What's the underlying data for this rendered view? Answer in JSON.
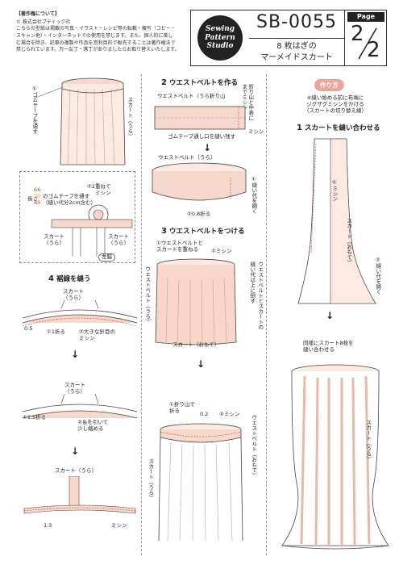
{
  "copyright": {
    "heading": "【著作権について】",
    "lines": [
      "© 株式会社ブティック社",
      "こちらの型紙は掲載の写真・イラスト・レシピ等の転載・複写（コピー・",
      "スキャン他）・インターネットでの使用を禁じます。また、個人的に楽し",
      "む場合を除き、記事の複製や作品を営利目的で販売することは著作権法で",
      "禁じられています。万一乱丁・落丁がありましたらお取り替えいたします。"
    ]
  },
  "header": {
    "logo_lines": [
      "Sewing",
      "Pattern",
      "Studio"
    ],
    "code": "SB-0055",
    "title_line1": "8 枚はぎの",
    "title_line2": "マーメイドスカート",
    "page_label": "Page",
    "page_current": "2",
    "page_total": "2"
  },
  "col_left": {
    "top_labels": [
      "①ゴムテープを通す",
      "スカート（うら）"
    ],
    "mid_labels": {
      "measure": "長さ",
      "num1": "66",
      "num2": "70",
      "num3": "80",
      "rubber": "のゴムテープを通す",
      "rubber_note": "（縫い代分2cm含む）",
      "overlap": "②2重ねて",
      "sewing": "ミシン",
      "skirt_l": "スカート",
      "skirt_l2": "（うら）",
      "skirt_r": "スカート",
      "skirt_r2": "（うら）",
      "left": "左脇"
    },
    "sec4_num": "4",
    "sec4_title": "裾線を縫う",
    "hem1": {
      "skirt": "スカート",
      "skirt2": "（うら）",
      "measure": "0.5",
      "fold1": "①1折る",
      "stitch": "②大きな針目の",
      "stitch2": "ミシン"
    },
    "hem2": {
      "skirt": "スカート",
      "skirt2": "（うら）",
      "fold": "①1.5折る",
      "pull": "②糸を引いて",
      "pull2": "少し縮める"
    },
    "hem3": {
      "skirt": "スカート（うら）",
      "measure": "1.3",
      "sewing": "ミシン"
    }
  },
  "col_mid": {
    "sec2_num": "2",
    "sec2_title": "ウエストベルトを作る",
    "belt1": {
      "belt": "ウエストベルト（うら）",
      "fold": "折り山",
      "sew_sq": "折り山と中表に",
      "sew_sq2": "までミシン",
      "rubber": "ゴムテープ通し口を縫い残す",
      "sewing": "ミシン"
    },
    "belt2": {
      "belt": "ウエストベルト（うら）",
      "open": "①縫い代を開く",
      "fold": "②0.8折る"
    },
    "sec3_num": "3",
    "sec3_title": "ウエストベルトをつける",
    "attach1": {
      "overlap": "①ウエストベルトと",
      "overlap2": "スカートを重ねる",
      "sewing": "②ミシン",
      "belt_side": "ウエストベルト（うら）",
      "belt_side_r": "ウエストベルトとスカートの",
      "belt_side_r2": "縫い代は上に倒す",
      "skirt": "スカート（おもて）"
    },
    "attach2": {
      "fold": "①折り山で",
      "fold2": "折る",
      "measure": "0.2",
      "sewing": "②ミシン",
      "belt": "ウエストベルト（おもて）",
      "skirt": "スカート",
      "skirt2": "（うら）"
    }
  },
  "col_right": {
    "pill": "作り方",
    "note1": "※縫い始める前に布端に",
    "note2": "ジグザグミシンをかける",
    "note3": "（スカートの切り替え線）",
    "sec1_num": "1",
    "sec1_title": "スカートを縫い合わせる",
    "panel": {
      "sewing": "①ミシン",
      "skirt": "スカート（おもて）",
      "open": "②縫い代を開く"
    },
    "join1": "同様にスカート8枚を",
    "join2": "縫い合わせる",
    "skirt_full": "スカート（うら）"
  }
}
